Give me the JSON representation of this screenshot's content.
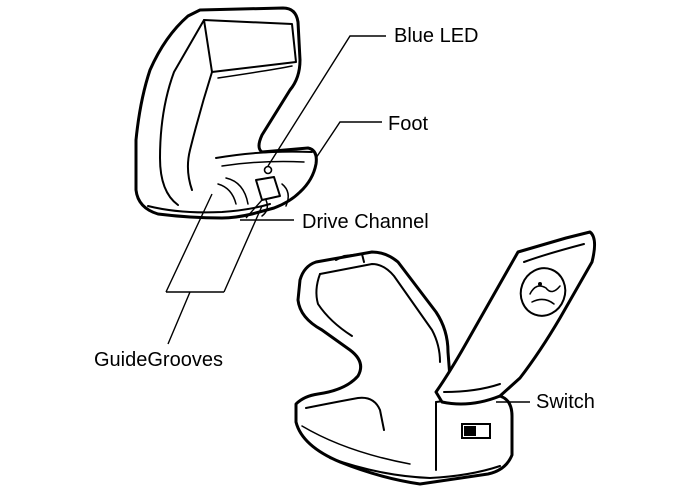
{
  "labels": {
    "blue_led": "Blue LED",
    "foot": "Foot",
    "drive_channel": "Drive Channel",
    "guide_grooves": "GuideGrooves",
    "switch": "Switch"
  },
  "colors": {
    "line": "#000000",
    "background": "#ffffff"
  }
}
